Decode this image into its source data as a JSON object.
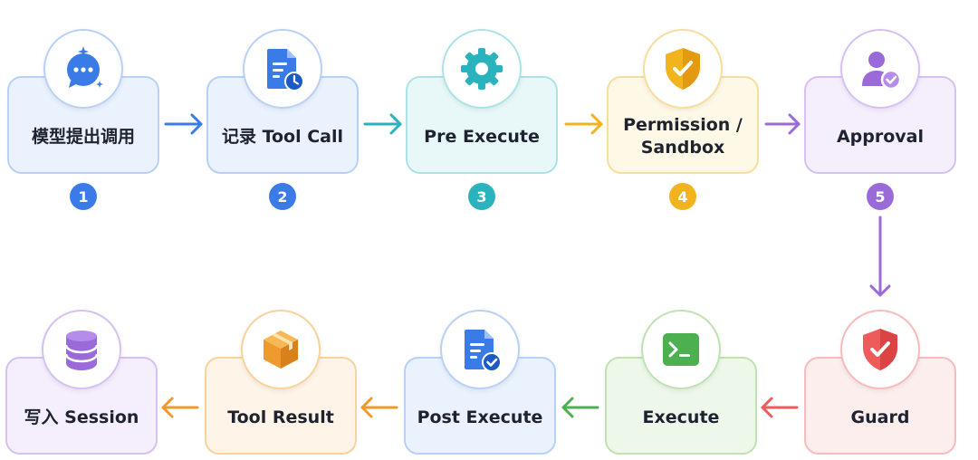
{
  "steps": [
    {
      "label": "模型提出调用",
      "icon": "chat-bubble-icon",
      "color": "#3b7be8",
      "fill": "#eaf2fd",
      "stroke": "#b8d1f6",
      "badge": "1"
    },
    {
      "label": "记录 Tool Call",
      "icon": "document-clock-icon",
      "color": "#3b7be8",
      "fill": "#eaf2fd",
      "stroke": "#b8d1f6",
      "badge": "2"
    },
    {
      "label": "Pre Execute",
      "icon": "gear-icon",
      "color": "#2ab3bd",
      "fill": "#e8f8f8",
      "stroke": "#ace3e6",
      "badge": "3"
    },
    {
      "label": "Permission /\nSandbox",
      "icon": "shield-icon",
      "color": "#f1b31e",
      "fill": "#fef8e6",
      "stroke": "#f8dd9c",
      "badge": "4"
    },
    {
      "label": "Approval",
      "icon": "user-check-icon",
      "color": "#9b6ad9",
      "fill": "#f5effd",
      "stroke": "#d6c1f2",
      "badge": "5"
    },
    {
      "label": "Guard",
      "icon": "shield-check-icon",
      "color": "#ee5b5b",
      "fill": "#fdeeee",
      "stroke": "#f6bcbc",
      "badge": ""
    },
    {
      "label": "Execute",
      "icon": "terminal-icon",
      "color": "#4caf50",
      "fill": "#eef8ea",
      "stroke": "#bfe3b1",
      "badge": ""
    },
    {
      "label": "Post Execute",
      "icon": "document-check-icon",
      "color": "#3b7be8",
      "fill": "#eaf2fd",
      "stroke": "#b8d1f6",
      "badge": ""
    },
    {
      "label": "Tool Result",
      "icon": "box-icon",
      "color": "#ef9a2e",
      "fill": "#fef4e7",
      "stroke": "#f8d39c",
      "badge": ""
    },
    {
      "label": "写入 Session",
      "icon": "database-icon",
      "color": "#9b6ad9",
      "fill": "#f5effd",
      "stroke": "#d6c1f2",
      "badge": ""
    }
  ]
}
